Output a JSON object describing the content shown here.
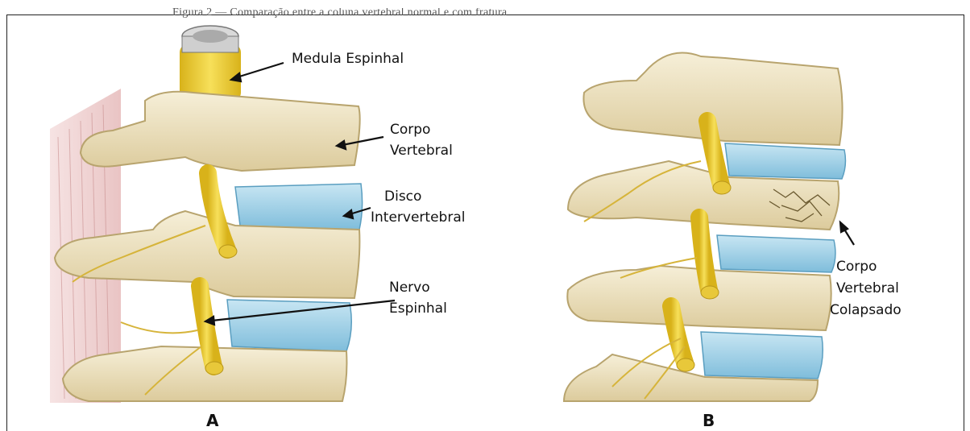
{
  "top_caption": "Figura 2 — Comparação entre a coluna vertebral normal e com fratura",
  "panel_a": {
    "letter": "A",
    "labels": {
      "spinal_cord": "Medula Espinhal",
      "vertebral_body_line1": "Corpo",
      "vertebral_body_line2": "Vertebral",
      "disc_line1": "Disco",
      "disc_line2": "Intervertebral",
      "nerve_line1": "Nervo",
      "nerve_line2": "Espinhal"
    }
  },
  "panel_b": {
    "letter": "B",
    "labels": {
      "collapsed_line1": "Corpo",
      "collapsed_line2": "Vertebral",
      "collapsed_line3": "Colapsado"
    }
  },
  "colors": {
    "bone": "#efe4c2",
    "bone_shadow": "#c9b98b",
    "disc": "#9fd0e6",
    "nerve": "#f2d232",
    "muscle": "#e9bcbc"
  }
}
